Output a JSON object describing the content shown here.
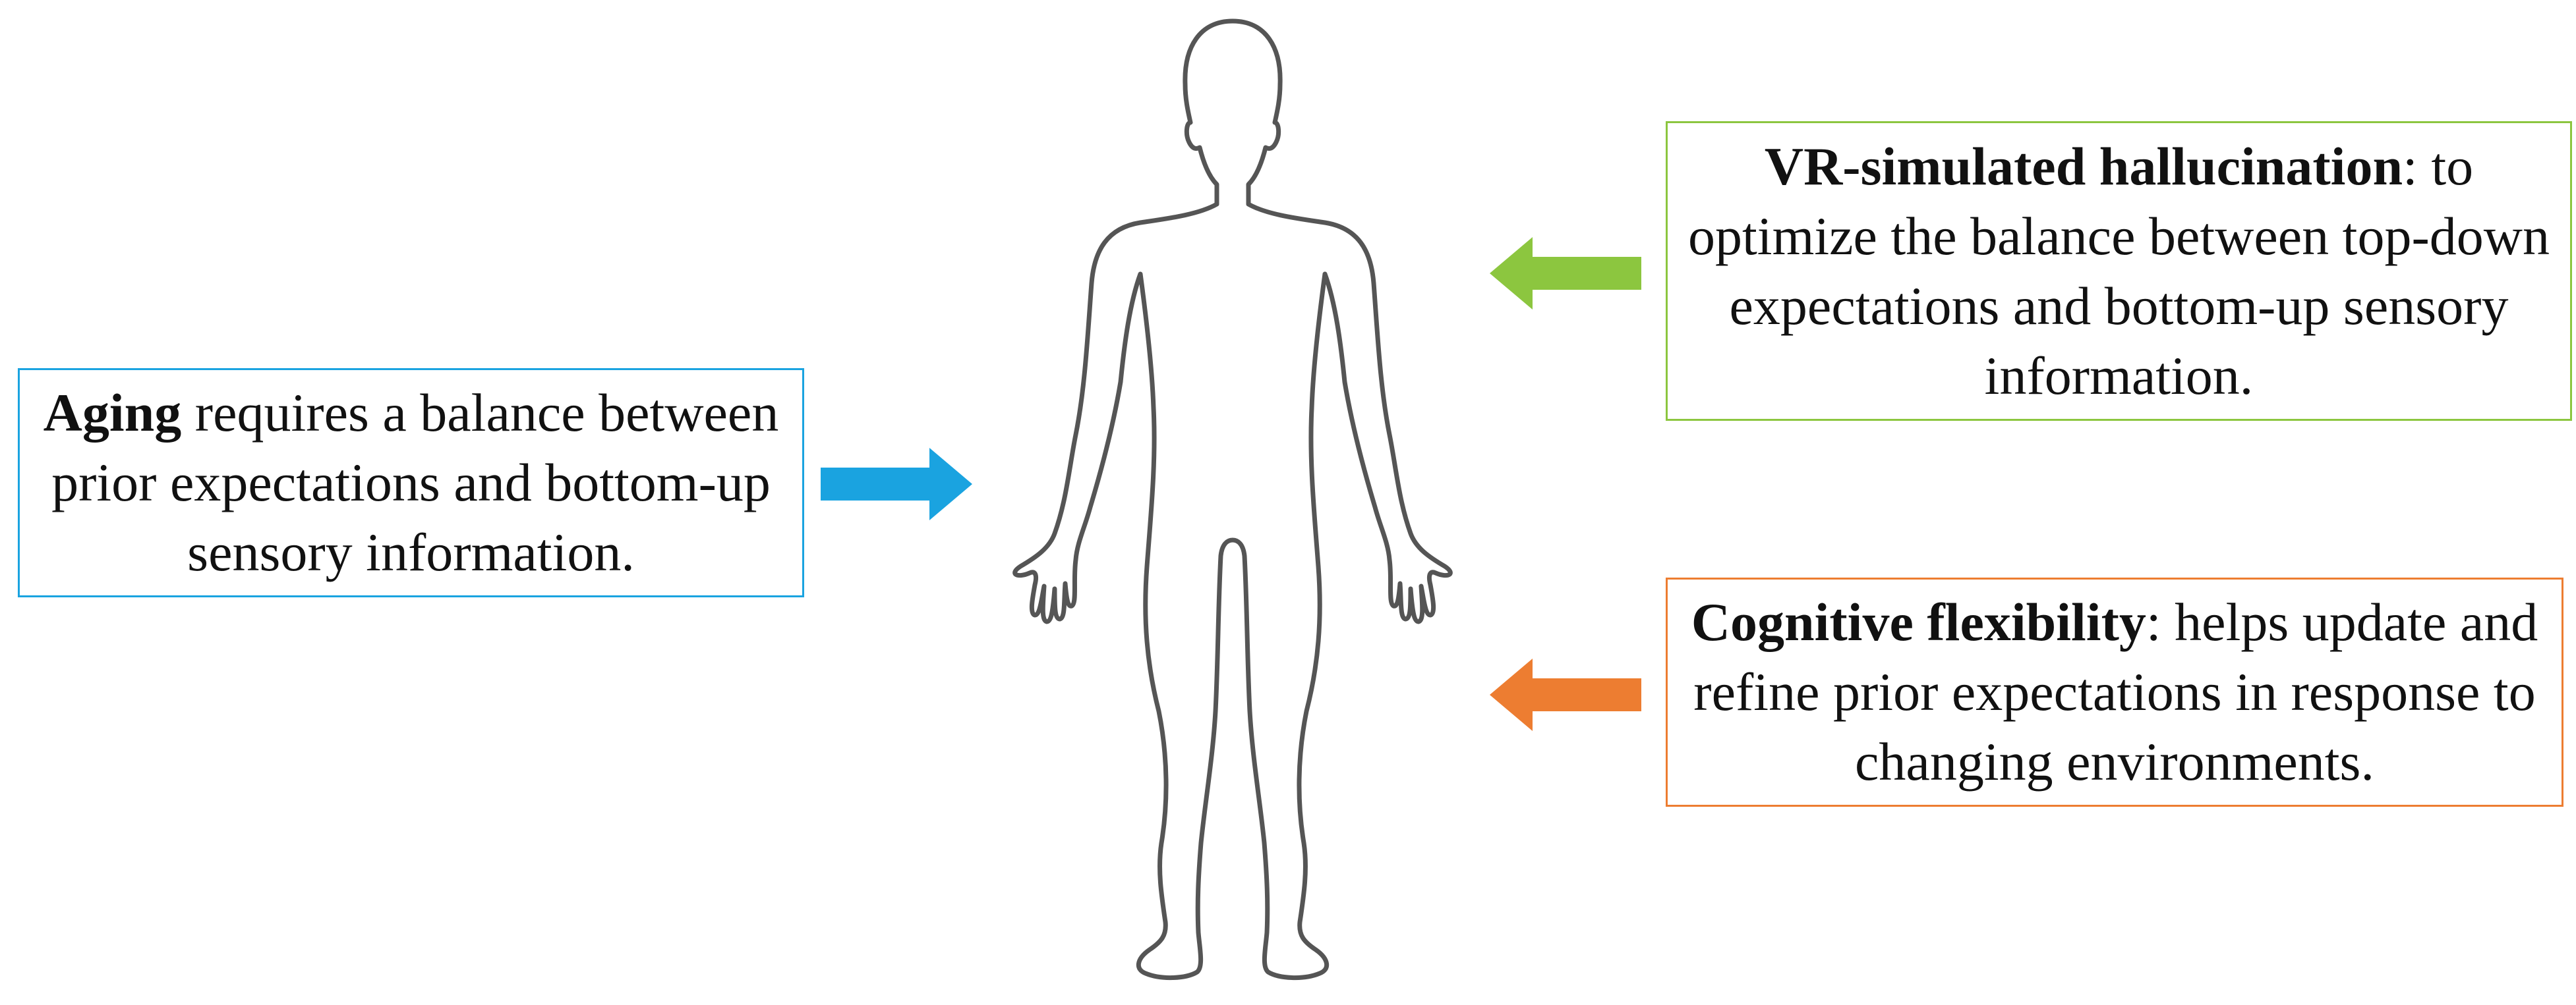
{
  "colors": {
    "aging": "#1aa3e0",
    "vr": "#8cc63f",
    "cognitive": "#ed7d31",
    "figure_outline": "#555555"
  },
  "figure": {
    "icon": "human-body-outline-icon"
  },
  "boxes": {
    "aging": {
      "term": "Aging",
      "text": " requires a balance between prior expectations and bottom-up sensory information."
    },
    "vr": {
      "term": "VR-simulated hallucination",
      "text": ": to optimize the balance between top-down expectations and bottom-up sensory information."
    },
    "cognitive": {
      "term": "Cognitive flexibility",
      "text": ": helps update and refine prior expectations in response to changing environments."
    }
  }
}
